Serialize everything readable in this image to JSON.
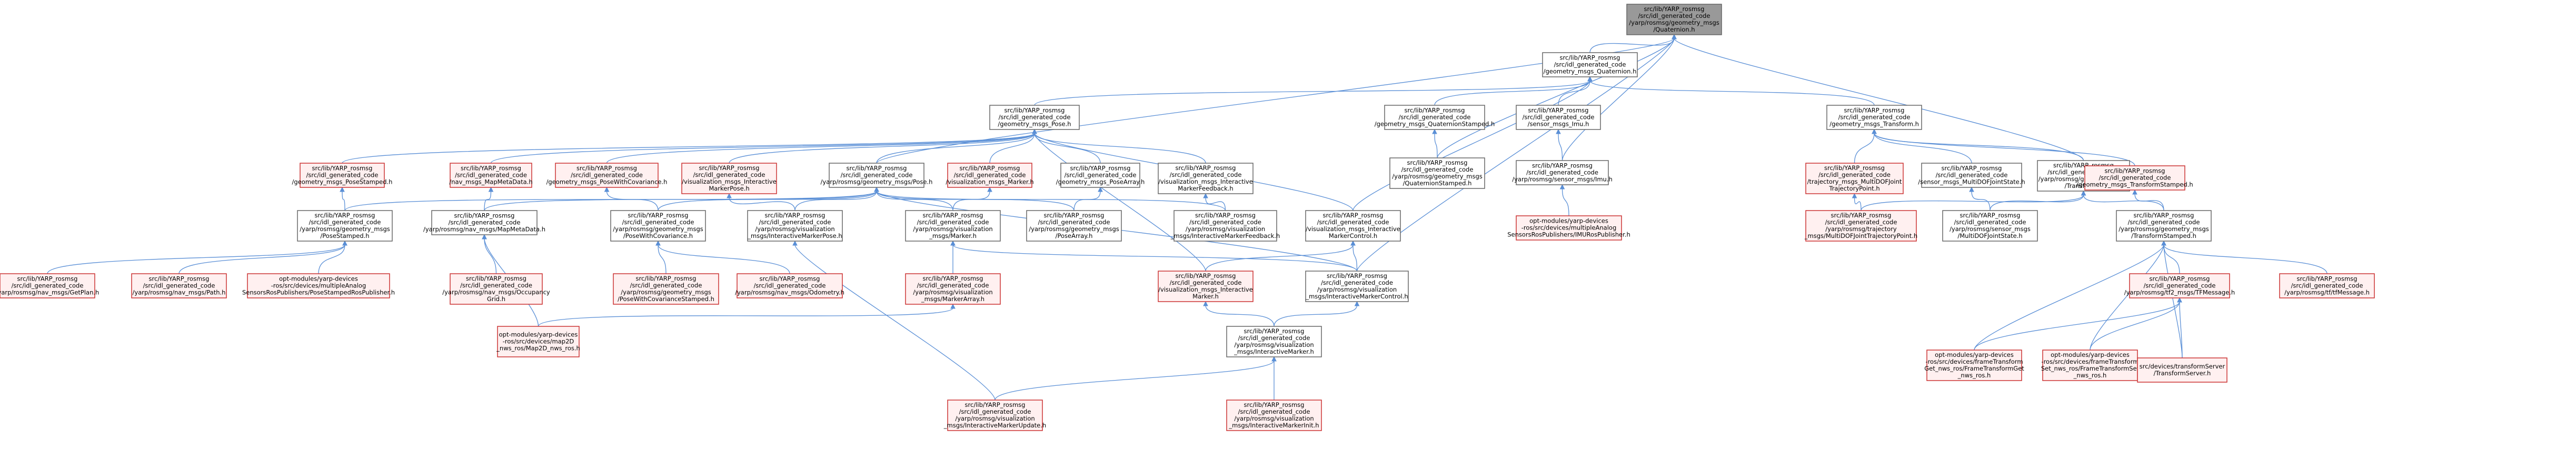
{
  "colors": {
    "edge": "#5a8fd6",
    "node_border": "#666666",
    "root_fill": "#999999",
    "missing_border": "#cc3333",
    "missing_fill": "#fff0f0"
  },
  "nodes": [
    {
      "id": "root",
      "style": "root",
      "lines": [
        "src/lib/YARP_rosmsg",
        "/src/idl_generated_code",
        "/yarp/rosmsg/geometry_msgs",
        "/Quaternion.h"
      ]
    },
    {
      "id": "quat",
      "style": "normal",
      "lines": [
        "src/lib/YARP_rosmsg",
        "/src/idl_generated_code",
        "/geometry_msgs_Quaternion.h"
      ]
    },
    {
      "id": "pose",
      "style": "normal",
      "lines": [
        "src/lib/YARP_rosmsg",
        "/src/idl_generated_code",
        "/geometry_msgs_Pose.h"
      ]
    },
    {
      "id": "quatst",
      "style": "normal",
      "lines": [
        "src/lib/YARP_rosmsg",
        "/src/idl_generated_code",
        "/geometry_msgs_QuaternionStamped.h"
      ]
    },
    {
      "id": "imu",
      "style": "normal",
      "lines": [
        "src/lib/YARP_rosmsg",
        "/src/idl_generated_code",
        "/sensor_msgs_Imu.h"
      ]
    },
    {
      "id": "transform",
      "style": "normal",
      "lines": [
        "src/lib/YARP_rosmsg",
        "/src/idl_generated_code",
        "/geometry_msgs_Transform.h"
      ]
    },
    {
      "id": "quatst2",
      "style": "normal",
      "lines": [
        "src/lib/YARP_rosmsg",
        "/src/idl_generated_code",
        "/yarp/rosmsg/geometry_msgs",
        "/QuaternionStamped.h"
      ]
    },
    {
      "id": "imu2",
      "style": "normal",
      "lines": [
        "src/lib/YARP_rosmsg",
        "/src/idl_generated_code",
        "/yarp/rosmsg/sensor_msgs/Imu.h"
      ]
    },
    {
      "id": "imupub",
      "style": "missing",
      "lines": [
        "opt-modules/yarp-devices",
        "-ros/src/devices/multipleAnalog",
        "SensorsRosPublishers/IMURosPublisher.h"
      ]
    },
    {
      "id": "posest",
      "style": "missing",
      "lines": [
        "src/lib/YARP_rosmsg",
        "/src/idl_generated_code",
        "/geometry_msgs_PoseStamped.h"
      ]
    },
    {
      "id": "mapmeta",
      "style": "missing",
      "lines": [
        "src/lib/YARP_rosmsg",
        "/src/idl_generated_code",
        "/nav_msgs_MapMetaData.h"
      ]
    },
    {
      "id": "posecov",
      "style": "missing",
      "lines": [
        "src/lib/YARP_rosmsg",
        "/src/idl_generated_code",
        "/geometry_msgs_PoseWithCovariance.h"
      ]
    },
    {
      "id": "imp",
      "style": "missing",
      "lines": [
        "src/lib/YARP_rosmsg",
        "/src/idl_generated_code",
        "/visualization_msgs_Interactive",
        "MarkerPose.h"
      ]
    },
    {
      "id": "pose2",
      "style": "normal",
      "lines": [
        "src/lib/YARP_rosmsg",
        "/src/idl_generated_code",
        "/yarp/rosmsg/geometry_msgs/Pose.h"
      ]
    },
    {
      "id": "marker",
      "style": "missing",
      "lines": [
        "src/lib/YARP_rosmsg",
        "/src/idl_generated_code",
        "/visualization_msgs_Marker.h"
      ]
    },
    {
      "id": "posearr",
      "style": "normal",
      "lines": [
        "src/lib/YARP_rosmsg",
        "/src/idl_generated_code",
        "/geometry_msgs_PoseArray.h"
      ]
    },
    {
      "id": "imfb",
      "style": "normal",
      "lines": [
        "src/lib/YARP_rosmsg",
        "/src/idl_generated_code",
        "/visualization_msgs_Interactive",
        "MarkerFeedback.h"
      ]
    },
    {
      "id": "trajpt",
      "style": "missing",
      "lines": [
        "src/lib/YARP_rosmsg",
        "/src/idl_generated_code",
        "/trajectory_msgs_MultiDOFJoint",
        "TrajectoryPoint.h"
      ]
    },
    {
      "id": "mdof",
      "style": "normal",
      "lines": [
        "src/lib/YARP_rosmsg",
        "/src/idl_generated_code",
        "/sensor_msgs_MultiDOFJointState.h"
      ]
    },
    {
      "id": "transform2",
      "style": "normal",
      "lines": [
        "src/lib/YARP_rosmsg",
        "/src/idl_generated_code",
        "/yarp/rosmsg/geometry_msgs",
        "/Transform.h"
      ]
    },
    {
      "id": "tfst",
      "style": "missing",
      "lines": [
        "src/lib/YARP_rosmsg",
        "/src/idl_generated_code",
        "/geometry_msgs_TransformStamped.h"
      ]
    },
    {
      "id": "posest2",
      "style": "normal",
      "lines": [
        "src/lib/YARP_rosmsg",
        "/src/idl_generated_code",
        "/yarp/rosmsg/geometry_msgs",
        "/PoseStamped.h"
      ]
    },
    {
      "id": "mapmeta2",
      "style": "normal",
      "lines": [
        "src/lib/YARP_rosmsg",
        "/src/idl_generated_code",
        "/yarp/rosmsg/nav_msgs/MapMetaData.h"
      ]
    },
    {
      "id": "posecov2",
      "style": "normal",
      "lines": [
        "src/lib/YARP_rosmsg",
        "/src/idl_generated_code",
        "/yarp/rosmsg/geometry_msgs",
        "/PoseWithCovariance.h"
      ]
    },
    {
      "id": "imp2",
      "style": "normal",
      "lines": [
        "src/lib/YARP_rosmsg",
        "/src/idl_generated_code",
        "/yarp/rosmsg/visualization",
        "_msgs/InteractiveMarkerPose.h"
      ]
    },
    {
      "id": "marker2",
      "style": "normal",
      "lines": [
        "src/lib/YARP_rosmsg",
        "/src/idl_generated_code",
        "/yarp/rosmsg/visualization",
        "_msgs/Marker.h"
      ]
    },
    {
      "id": "posearr2",
      "style": "normal",
      "lines": [
        "src/lib/YARP_rosmsg",
        "/src/idl_generated_code",
        "/yarp/rosmsg/geometry_msgs",
        "/PoseArray.h"
      ]
    },
    {
      "id": "imfb2",
      "style": "normal",
      "lines": [
        "src/lib/YARP_rosmsg",
        "/src/idl_generated_code",
        "/yarp/rosmsg/visualization",
        "_msgs/InteractiveMarkerFeedback.h"
      ]
    },
    {
      "id": "imc",
      "style": "normal",
      "lines": [
        "src/lib/YARP_rosmsg",
        "/src/idl_generated_code",
        "/visualization_msgs_Interactive",
        "MarkerControl.h"
      ]
    },
    {
      "id": "trajpt2",
      "style": "missing",
      "lines": [
        "src/lib/YARP_rosmsg",
        "/src/idl_generated_code",
        "/yarp/rosmsg/trajectory",
        "_msgs/MultiDOFJointTrajectoryPoint.h"
      ]
    },
    {
      "id": "mdof2",
      "style": "normal",
      "lines": [
        "src/lib/YARP_rosmsg",
        "/src/idl_generated_code",
        "/yarp/rosmsg/sensor_msgs",
        "/MultiDOFJointState.h"
      ]
    },
    {
      "id": "tfst2",
      "style": "normal",
      "lines": [
        "src/lib/YARP_rosmsg",
        "/src/idl_generated_code",
        "/yarp/rosmsg/geometry_msgs",
        "/TransformStamped.h"
      ]
    },
    {
      "id": "getplan",
      "style": "missing",
      "lines": [
        "src/lib/YARP_rosmsg",
        "/src/idl_generated_code",
        "/yarp/rosmsg/nav_msgs/GetPlan.h"
      ]
    },
    {
      "id": "navpath",
      "style": "missing",
      "lines": [
        "src/lib/YARP_rosmsg",
        "/src/idl_generated_code",
        "/yarp/rosmsg/nav_msgs/Path.h"
      ]
    },
    {
      "id": "posestpub",
      "style": "missing",
      "lines": [
        "opt-modules/yarp-devices",
        "-ros/src/devices/multipleAnalog",
        "SensorsRosPublishers/PoseStampedRosPublisher.h"
      ]
    },
    {
      "id": "occgrid",
      "style": "missing",
      "lines": [
        "src/lib/YARP_rosmsg",
        "/src/idl_generated_code",
        "/yarp/rosmsg/nav_msgs/Occupancy",
        "Grid.h"
      ]
    },
    {
      "id": "posecovst",
      "style": "missing",
      "lines": [
        "src/lib/YARP_rosmsg",
        "/src/idl_generated_code",
        "/yarp/rosmsg/geometry_msgs",
        "/PoseWithCovarianceStamped.h"
      ]
    },
    {
      "id": "odom",
      "style": "missing",
      "lines": [
        "src/lib/YARP_rosmsg",
        "/src/idl_generated_code",
        "/yarp/rosmsg/nav_msgs/Odometry.h"
      ]
    },
    {
      "id": "markerarr",
      "style": "missing",
      "lines": [
        "src/lib/YARP_rosmsg",
        "/src/idl_generated_code",
        "/yarp/rosmsg/visualization",
        "_msgs/MarkerArray.h"
      ]
    },
    {
      "id": "imk",
      "style": "missing",
      "lines": [
        "src/lib/YARP_rosmsg",
        "/src/idl_generated_code",
        "/visualization_msgs_Interactive",
        "Marker.h"
      ]
    },
    {
      "id": "imc2",
      "style": "normal",
      "lines": [
        "src/lib/YARP_rosmsg",
        "/src/idl_generated_code",
        "/yarp/rosmsg/visualization",
        "_msgs/InteractiveMarkerControl.h"
      ]
    },
    {
      "id": "tfmsg",
      "style": "missing",
      "lines": [
        "src/lib/YARP_rosmsg",
        "/src/idl_generated_code",
        "/yarp/rosmsg/tf2_msgs/TFMessage.h"
      ]
    },
    {
      "id": "tfmsg1",
      "style": "missing",
      "lines": [
        "src/lib/YARP_rosmsg",
        "/src/idl_generated_code",
        "/yarp/rosmsg/tf/tfMessage.h"
      ]
    },
    {
      "id": "map2d",
      "style": "missing",
      "lines": [
        "opt-modules/yarp-devices",
        "-ros/src/devices/map2D",
        "_nws_ros/Map2D_nws_ros.h"
      ]
    },
    {
      "id": "imk2",
      "style": "normal",
      "lines": [
        "src/lib/YARP_rosmsg",
        "/src/idl_generated_code",
        "/yarp/rosmsg/visualization",
        "_msgs/InteractiveMarker.h"
      ]
    },
    {
      "id": "fgnws",
      "style": "missing",
      "lines": [
        "opt-modules/yarp-devices",
        "-ros/src/devices/frameTransform",
        "Get_nws_ros/FrameTransformGet",
        "_nws_ros.h"
      ]
    },
    {
      "id": "fsnws",
      "style": "missing",
      "lines": [
        "opt-modules/yarp-devices",
        "-ros/src/devices/frameTransform",
        "Set_nws_ros/FrameTransformSet",
        "_nws_ros.h"
      ]
    },
    {
      "id": "tfserver",
      "style": "missing",
      "lines": [
        "src/devices/transformServer",
        "/TransformServer.h"
      ]
    },
    {
      "id": "imupd",
      "style": "missing",
      "lines": [
        "src/lib/YARP_rosmsg",
        "/src/idl_generated_code",
        "/yarp/rosmsg/visualization",
        "_msgs/InteractiveMarkerUpdate.h"
      ]
    },
    {
      "id": "iminit",
      "style": "missing",
      "lines": [
        "src/lib/YARP_rosmsg",
        "/src/idl_generated_code",
        "/yarp/rosmsg/visualization",
        "_msgs/InteractiveMarkerInit.h"
      ]
    }
  ],
  "edges": [
    [
      "root",
      "quat"
    ],
    [
      "root",
      "quatst2"
    ],
    [
      "root",
      "imu2"
    ],
    [
      "root",
      "pose2"
    ],
    [
      "root",
      "transform2"
    ],
    [
      "root",
      "imc2"
    ],
    [
      "quat",
      "pose"
    ],
    [
      "quat",
      "quatst"
    ],
    [
      "quat",
      "imu"
    ],
    [
      "quat",
      "transform"
    ],
    [
      "quat",
      "imc"
    ],
    [
      "pose",
      "posest"
    ],
    [
      "pose",
      "mapmeta"
    ],
    [
      "pose",
      "posecov"
    ],
    [
      "pose",
      "imp"
    ],
    [
      "pose",
      "pose2"
    ],
    [
      "pose",
      "marker"
    ],
    [
      "pose",
      "posearr"
    ],
    [
      "pose",
      "imfb"
    ],
    [
      "pose",
      "imk"
    ],
    [
      "pose",
      "imc"
    ],
    [
      "quatst",
      "quatst2"
    ],
    [
      "imu",
      "imu2"
    ],
    [
      "imu2",
      "imupub"
    ],
    [
      "transform",
      "trajpt"
    ],
    [
      "transform",
      "mdof"
    ],
    [
      "transform",
      "transform2"
    ],
    [
      "transform",
      "tfst"
    ],
    [
      "posest",
      "posest2"
    ],
    [
      "mapmeta",
      "mapmeta2"
    ],
    [
      "posecov",
      "posecov2"
    ],
    [
      "imp",
      "imp2"
    ],
    [
      "marker",
      "marker2"
    ],
    [
      "posearr",
      "posearr2"
    ],
    [
      "imfb",
      "imfb2"
    ],
    [
      "pose2",
      "posest2"
    ],
    [
      "pose2",
      "mapmeta2"
    ],
    [
      "pose2",
      "posecov2"
    ],
    [
      "pose2",
      "imp2"
    ],
    [
      "pose2",
      "marker2"
    ],
    [
      "pose2",
      "posearr2"
    ],
    [
      "pose2",
      "imfb2"
    ],
    [
      "pose2",
      "imc2"
    ],
    [
      "trajpt",
      "trajpt2"
    ],
    [
      "mdof",
      "mdof2"
    ],
    [
      "transform2",
      "mdof2"
    ],
    [
      "transform2",
      "trajpt2"
    ],
    [
      "transform2",
      "tfst2"
    ],
    [
      "tfst",
      "tfst2"
    ],
    [
      "posest2",
      "getplan"
    ],
    [
      "posest2",
      "navpath"
    ],
    [
      "posest2",
      "posestpub"
    ],
    [
      "mapmeta2",
      "occgrid"
    ],
    [
      "mapmeta2",
      "map2d"
    ],
    [
      "posecov2",
      "posecovst"
    ],
    [
      "posecov2",
      "odom"
    ],
    [
      "imp2",
      "imupd"
    ],
    [
      "marker2",
      "markerarr"
    ],
    [
      "marker2",
      "imc2"
    ],
    [
      "markerarr",
      "map2d"
    ],
    [
      "imc",
      "imk"
    ],
    [
      "imc",
      "imc2"
    ],
    [
      "imc2",
      "imk2"
    ],
    [
      "imk",
      "imk2"
    ],
    [
      "imk2",
      "imupd"
    ],
    [
      "imk2",
      "iminit"
    ],
    [
      "tfst2",
      "tfmsg"
    ],
    [
      "tfst2",
      "tfmsg1"
    ],
    [
      "tfst2",
      "fgnws"
    ],
    [
      "tfst2",
      "fsnws"
    ],
    [
      "tfst2",
      "tfserver"
    ],
    [
      "tfmsg",
      "fgnws"
    ],
    [
      "tfmsg",
      "fsnws"
    ],
    [
      "tfmsg",
      "tfserver"
    ]
  ]
}
